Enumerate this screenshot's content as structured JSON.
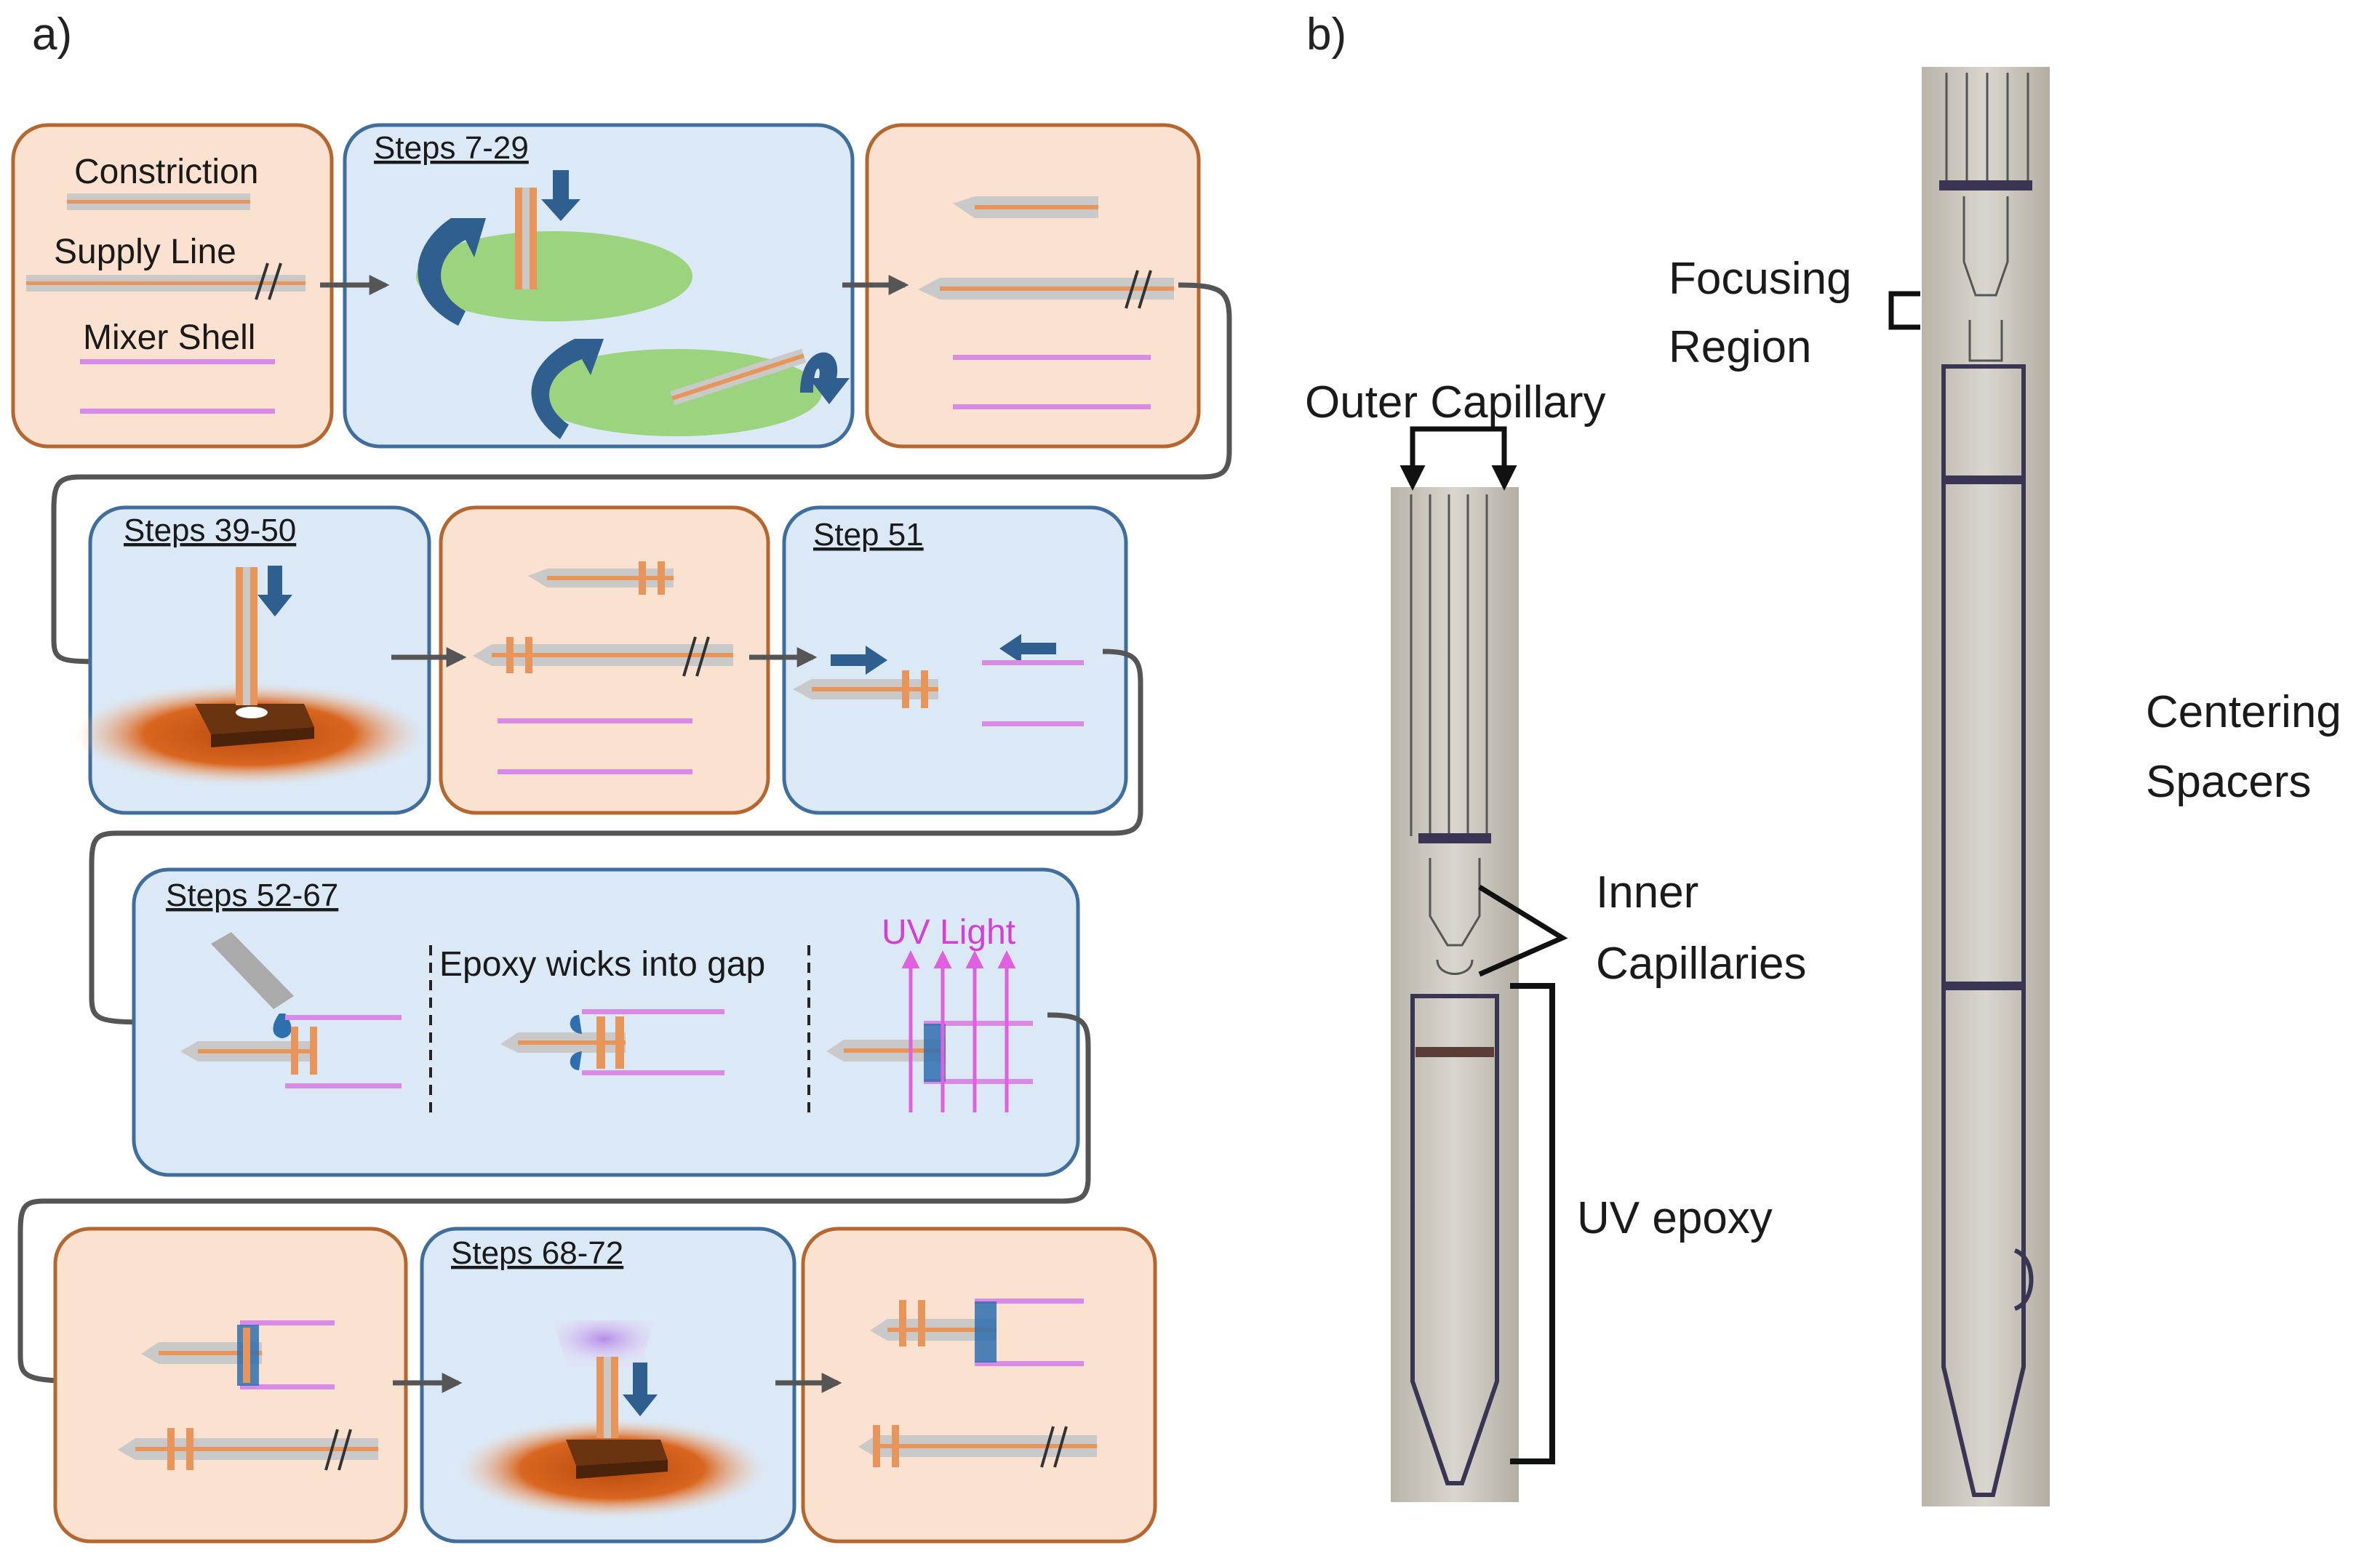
{
  "panels": {
    "a": {
      "letter": "a)",
      "part_labels": {
        "constriction": "Constriction",
        "supply_line": "Supply Line",
        "mixer_shell": "Mixer Shell"
      },
      "steps": {
        "s1": "Steps 7-29",
        "s2": "Steps 39-50",
        "s3": "Step 51",
        "s4": "Steps 52-67",
        "s5": "Steps 68-72"
      },
      "epoxy_note": "Epoxy wicks into gap",
      "uv_light": "UV Light"
    },
    "b": {
      "letter": "b)",
      "labels": {
        "outer_capillary": "Outer Capillary",
        "inner_capillaries_1": "Inner",
        "inner_capillaries_2": "Capillaries",
        "uv_epoxy": "UV epoxy",
        "focusing_1": "Focusing",
        "focusing_2": "Region",
        "centering_1": "Centering",
        "centering_2": "Spacers"
      }
    }
  },
  "colors": {
    "orange_box_fill": "#fbe1cf",
    "orange_box_stroke": "#b5672f",
    "blue_box_fill": "#dbe8f5",
    "blue_box_stroke": "#3f6e9c",
    "arrow": "#555555",
    "capillary_orange": "#e8955b",
    "capillary_gray": "#c9c9c9",
    "mixer_purple": "#d98ae6",
    "rotate_arrow": "#2e5f8f",
    "wafer_green": "#9bd37e",
    "uv_magenta": "#e060e0"
  },
  "icons": [
    "rotate-arrow-icon",
    "down-arrow-icon",
    "push-arrow-icon",
    "uv-ray-icon",
    "epoxy-nozzle-icon",
    "laser-mount-icon"
  ]
}
